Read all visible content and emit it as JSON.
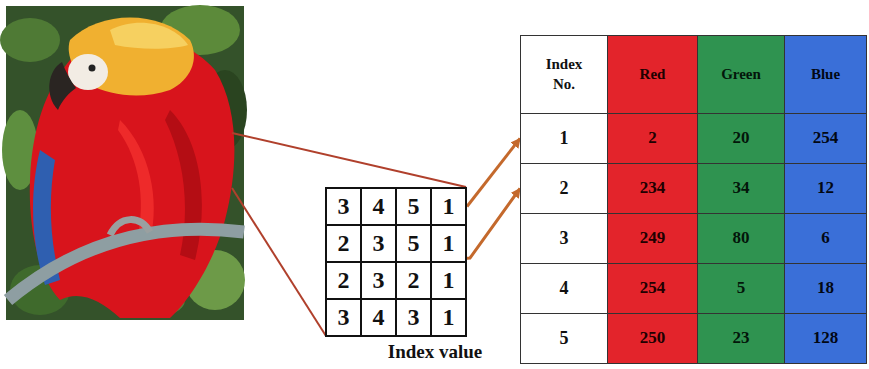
{
  "diagram": {
    "nodes": [
      {
        "text": [
          "3"
        ]
      },
      {
        "text": [
          "4"
        ]
      },
      {
        "text": [
          "5"
        ]
      },
      {
        "text": [
          "1"
        ]
      },
      {
        "text": [
          "2"
        ]
      },
      {
        "text": [
          "3"
        ]
      },
      {
        "text": [
          "5"
        ]
      },
      {
        "text": [
          "1"
        ]
      },
      {
        "text": [
          "2"
        ]
      },
      {
        "text": [
          "3"
        ]
      },
      {
        "text": [
          "2"
        ]
      },
      {
        "text": [
          "1"
        ]
      },
      {
        "text": [
          "3"
        ]
      },
      {
        "text": [
          "4"
        ]
      },
      {
        "text": [
          "3"
        ]
      },
      {
        "text": [
          "1"
        ]
      },
      {
        "text": [
          "1"
        ]
      },
      {
        "text": [
          "2"
        ]
      },
      {
        "text": [
          "3"
        ]
      },
      {
        "text": [
          "4"
        ]
      },
      {
        "text": [
          "5"
        ]
      }
    ],
    "edges": [
      {
        "from": 3,
        "to": 16,
        "arrow": "to"
      },
      {
        "from": 10,
        "to": 17,
        "arrow": "to"
      }
    ],
    "labels": [
      "Index value",
      "Index No.",
      "Red",
      "Green",
      "Blue",
      "2",
      "20",
      "254",
      "234",
      "34",
      "12",
      "249",
      "80",
      "6",
      "254",
      "5",
      "18",
      "250",
      "23",
      "128"
    ]
  }
}
